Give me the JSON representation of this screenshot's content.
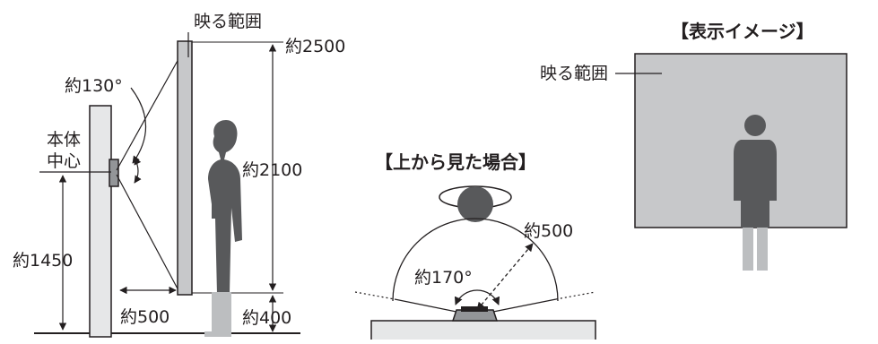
{
  "side_view": {
    "range_label": "映る範囲",
    "height_top": "約2500",
    "view_angle": "約130°",
    "unit_center_line1": "本体",
    "unit_center_line2": "中心",
    "range_height": "約2100",
    "mount_height": "約1450",
    "distance": "約500",
    "bottom_gap": "約400"
  },
  "top_view": {
    "title": "【上から見た場合】",
    "radius": "約500",
    "angle": "約170°"
  },
  "display_image": {
    "title": "【表示イメージ】",
    "range_label": "映る範囲"
  },
  "colors": {
    "line": "#231f20",
    "person": "#58595b",
    "person_light": "#bcbec0",
    "wall": "#e6e7e8",
    "screen": "#c7c8ca"
  }
}
